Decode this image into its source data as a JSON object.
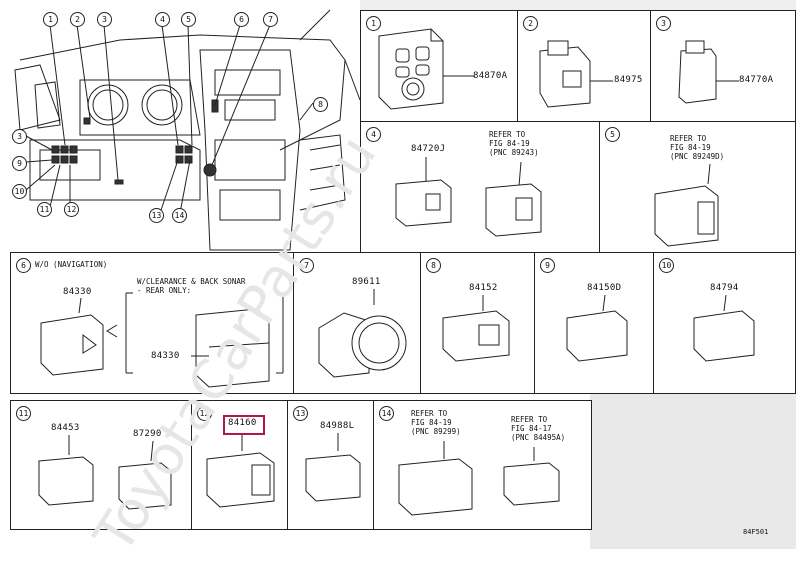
{
  "overview": {
    "callouts": [
      "1",
      "2",
      "3",
      "4",
      "5",
      "6",
      "7",
      "8",
      "9",
      "10",
      "11",
      "12",
      "13",
      "14"
    ]
  },
  "panels": [
    {
      "id": "1",
      "parts": [
        "84870A"
      ]
    },
    {
      "id": "2",
      "parts": [
        "84975"
      ]
    },
    {
      "id": "3",
      "parts": [
        "84770A"
      ]
    },
    {
      "id": "4",
      "parts": [
        "84720J"
      ],
      "refer": "REFER TO\nFIG 84-19\n(PNC 89243)"
    },
    {
      "id": "5",
      "refer": "REFER TO\nFIG 84-19\n(PNC 89249D)"
    },
    {
      "id": "6",
      "title": "W/O (NAVIGATION)",
      "parts": [
        "84330",
        "84330"
      ],
      "caption": "W/CLEARANCE & BACK SONAR\n- REAR ONLY:"
    },
    {
      "id": "7",
      "parts": [
        "89611"
      ]
    },
    {
      "id": "8",
      "parts": [
        "84152"
      ]
    },
    {
      "id": "9",
      "parts": [
        "84150D"
      ]
    },
    {
      "id": "10",
      "parts": [
        "84794"
      ]
    },
    {
      "id": "11",
      "parts": [
        "84453",
        "87290"
      ]
    },
    {
      "id": "12",
      "parts": [
        "84160"
      ],
      "highlighted": true
    },
    {
      "id": "13",
      "parts": [
        "84988L"
      ]
    },
    {
      "id": "14",
      "refer": [
        "REFER TO\nFIG 84-19\n(PNC 89299)",
        "REFER TO\nFIG 84-17\n(PNC 84495A)"
      ]
    }
  ],
  "diagram_code": "84F501",
  "watermark": "ToyotaCarParts.ru",
  "colors": {
    "highlight": "#b0174a",
    "line": "#222222",
    "shade": "#e9e9e9"
  }
}
